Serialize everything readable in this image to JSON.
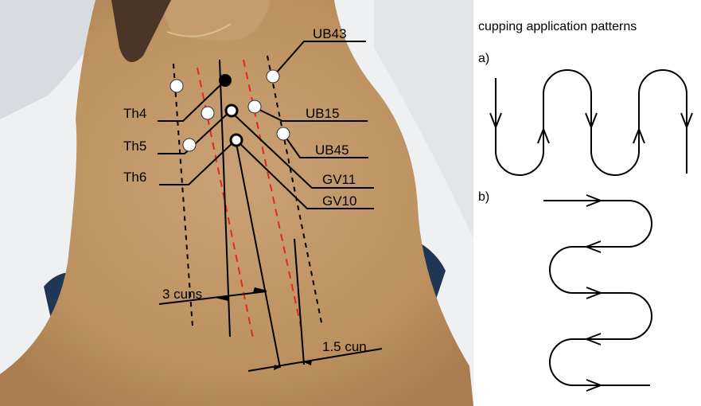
{
  "photo_panel": {
    "point_labels": {
      "ub43": "UB43",
      "th4": "Th4",
      "ub15": "UB15",
      "th5": "Th5",
      "ub45": "UB45",
      "th6": "Th6",
      "gv11": "GV11",
      "gv10": "GV10"
    },
    "distance_labels": {
      "three_cuns": "3 cuns",
      "one_half_cun": "1.5 cun"
    },
    "colors": {
      "skin": "#c39a6f",
      "bed_sheet": "#eef0f2",
      "dark_cloth": "#1f3655",
      "hair": "#4a3526",
      "guide_black": "#000000",
      "guide_red": "#e5281f",
      "point_white": "#ffffff",
      "point_black": "#000000"
    }
  },
  "patterns_panel": {
    "title": "cupping application patterns",
    "pattern_a_label": "a)",
    "pattern_b_label": "b)"
  }
}
